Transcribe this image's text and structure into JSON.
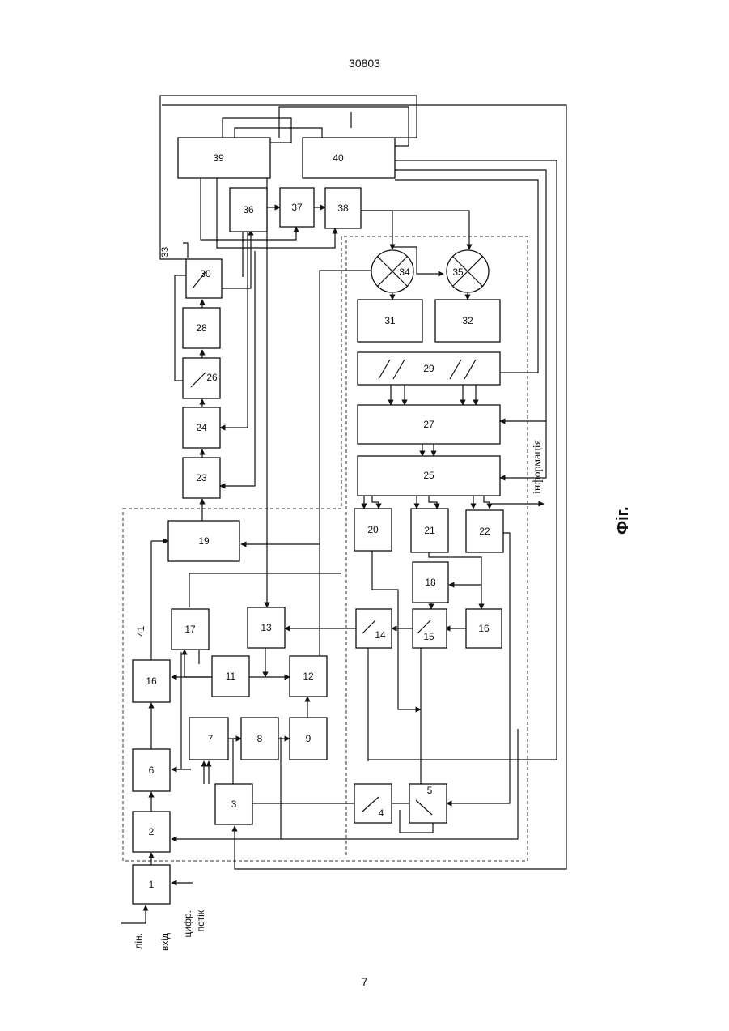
{
  "header": {
    "doc_number": "30803"
  },
  "footer": {
    "page_number": "7"
  },
  "figure": {
    "caption": "Фіг.",
    "side_text": "інформація",
    "blocks": [
      "1",
      "2",
      "3",
      "4",
      "5",
      "6",
      "7",
      "8",
      "9",
      "11",
      "12",
      "13",
      "14",
      "15",
      "16",
      "16",
      "17",
      "18",
      "19",
      "20",
      "21",
      "22",
      "23",
      "24",
      "25",
      "26",
      "27",
      "28",
      "29",
      "30",
      "31",
      "32",
      "34",
      "35",
      "36",
      "37",
      "38",
      "39",
      "40"
    ],
    "callouts": [
      "33",
      "41"
    ],
    "inputs": {
      "line_1": "лін.",
      "line_2": "вхід",
      "digital_1": "цифр.",
      "digital_2": "потік"
    }
  }
}
